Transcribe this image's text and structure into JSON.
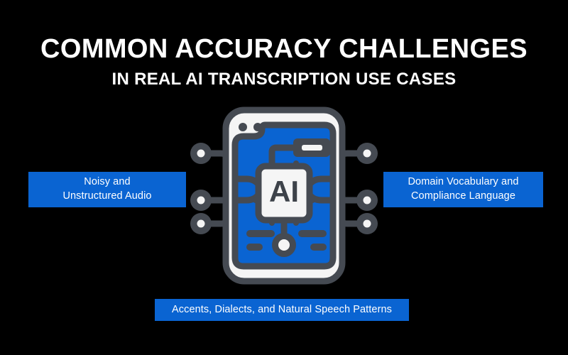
{
  "background_color": "#000000",
  "accent_color": "#0a64d2",
  "stroke_color": "#454a52",
  "light_color": "#f5f5f5",
  "heading": {
    "title": "COMMON ACCURACY CHALLENGES",
    "subtitle": "IN REAL AI TRANSCRIPTION USE CASES"
  },
  "illustration": {
    "name": "ai-phone-chip-illustration",
    "chip_label": "AI",
    "left_node_count": 3,
    "right_node_count": 3
  },
  "callouts": {
    "left": {
      "line1": "Noisy and",
      "line2": "Unstructured Audio"
    },
    "right": {
      "line1": "Domain Vocabulary and",
      "line2": "Compliance Language"
    },
    "bottom": {
      "line1": "Accents, Dialects, and Natural Speech Patterns"
    }
  }
}
